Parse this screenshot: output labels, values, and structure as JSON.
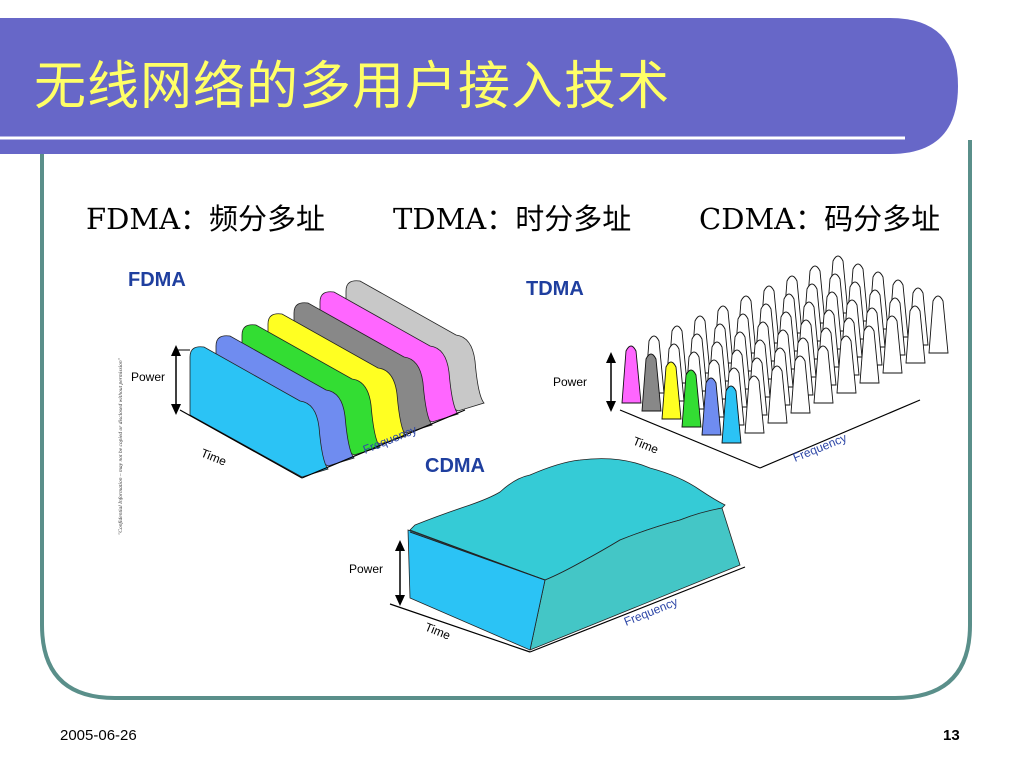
{
  "slide": {
    "title": "无线网络的多用户接入技术",
    "date": "2005-06-26",
    "page_number": "13",
    "colors": {
      "title_bar": "#6767c8",
      "title_text": "#ffff66",
      "frame": "#5a8f8a"
    }
  },
  "subtitles": [
    {
      "label": "FDMA：频分多址"
    },
    {
      "label": "TDMA：时分多址"
    },
    {
      "label": "CDMA：码分多址"
    }
  ],
  "diagrams": {
    "fdma": {
      "title": "FDMA",
      "axis_power": "Power",
      "axis_time": "Time",
      "axis_frequency": "Frequency",
      "channel_colors": [
        "#2bc3f5",
        "#6f8cf0",
        "#33dd33",
        "#ffff22",
        "#888888",
        "#ff66ff",
        "#c8c8c8"
      ],
      "side_note": "\"Confidential Information – may not be copied or disclosed without permission\""
    },
    "tdma": {
      "title": "TDMA",
      "axis_power": "Power",
      "axis_time": "Time",
      "axis_frequency": "Frequency",
      "slot_colors": [
        "#ff66ff",
        "#888888",
        "#ffff22",
        "#33dd33",
        "#6f8cf0",
        "#2bc3f5"
      ]
    },
    "cdma": {
      "title": "CDMA",
      "axis_power": "Power",
      "axis_time": "Time",
      "axis_frequency": "Frequency",
      "colors": {
        "front": "#2bc3f5",
        "top": "#35cbd6",
        "side": "#44c6c6"
      }
    }
  }
}
